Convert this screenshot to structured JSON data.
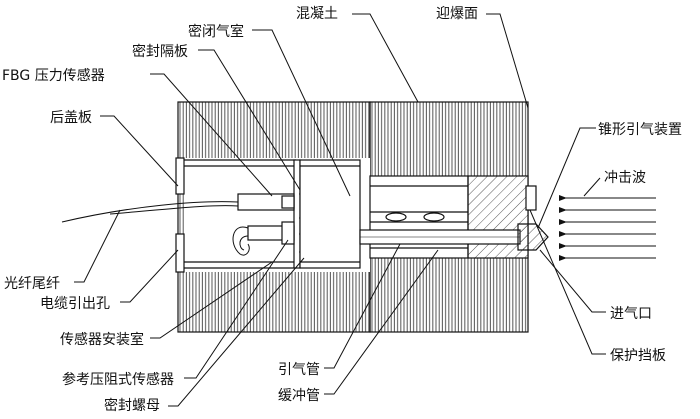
{
  "labels": {
    "concrete": "混凝土",
    "blast_face": "迎爆面",
    "sealed_chamber": "密闭气室",
    "sealed_diaphragm": "密封隔板",
    "fbg_sensor": "FBG 压力传感器",
    "rear_cover": "后盖板",
    "cone_intake": "锥形引气装置",
    "shock_wave": "冲击波",
    "fiber_pigtail": "光纤尾纤",
    "cable_hole": "电缆引出孔",
    "sensor_chamber": "传感器安装室",
    "ref_piezo_sensor": "参考压阻式传感器",
    "seal_nut": "密封螺母",
    "guide_tube": "引气管",
    "buffer_tube": "缓冲管",
    "air_inlet": "进气口",
    "protective_plate": "保护挡板"
  },
  "colors": {
    "hatch": "#555555",
    "outline": "#111111",
    "background": "#ffffff"
  }
}
